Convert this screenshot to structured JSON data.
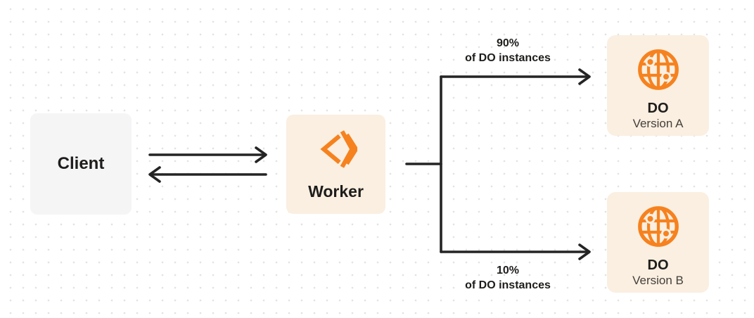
{
  "diagram": {
    "title_hint": "Worker routing traffic between two Durable Object versions",
    "nodes": {
      "client": {
        "label": "Client"
      },
      "worker": {
        "label": "Worker"
      },
      "do_a": {
        "title": "DO",
        "subtitle": "Version A"
      },
      "do_b": {
        "title": "DO",
        "subtitle": "Version B"
      }
    },
    "edges": {
      "client_worker": {
        "style": "double-arrow-bidirectional"
      },
      "top": {
        "percent": "90%",
        "caption": "of DO instances"
      },
      "bottom": {
        "percent": "10%",
        "caption": "of DO instances"
      }
    },
    "icons": {
      "worker": "cloudflare-workers-chevrons",
      "do": "durable-object-globe"
    },
    "colors": {
      "accent_orange": "#F6821F",
      "panel_cream": "#FAEFE1",
      "panel_gray": "#F5F5F6",
      "ink": "#242424",
      "dot_grid": "#E3E3E3",
      "subtitle_gray": "#45403A"
    }
  }
}
